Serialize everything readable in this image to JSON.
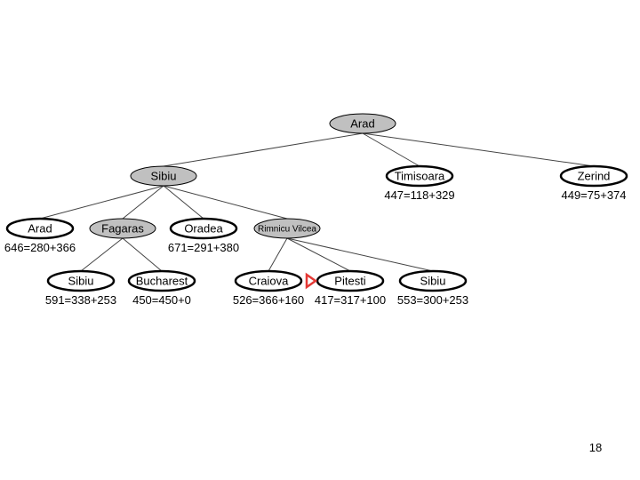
{
  "tree": {
    "nodes": [
      {
        "id": "arad_root",
        "label": "Arad",
        "style": "expanded"
      },
      {
        "id": "sibiu",
        "label": "Sibiu",
        "style": "expanded"
      },
      {
        "id": "timisoara",
        "label": "Timisoara",
        "f": "447=118+329",
        "style": "frontier"
      },
      {
        "id": "zerind",
        "label": "Zerind",
        "f": "449=75+374",
        "style": "frontier"
      },
      {
        "id": "arad2",
        "label": "Arad",
        "f": "646=280+366",
        "style": "frontier"
      },
      {
        "id": "fagaras",
        "label": "Fagaras",
        "style": "expanded"
      },
      {
        "id": "oradea",
        "label": "Oradea",
        "f": "671=291+380",
        "style": "frontier"
      },
      {
        "id": "rimnicu",
        "label": "Rimnicu Vilcea",
        "style": "expanded"
      },
      {
        "id": "sibiu2",
        "label": "Sibiu",
        "f": "591=338+253",
        "style": "frontier"
      },
      {
        "id": "bucharest",
        "label": "Bucharest",
        "f": "450=450+0",
        "style": "frontier"
      },
      {
        "id": "craiova",
        "label": "Craiova",
        "f": "526=366+160",
        "style": "frontier"
      },
      {
        "id": "pitesti",
        "label": "Pitesti",
        "f": "417=317+100",
        "style": "frontier"
      },
      {
        "id": "sibiu3",
        "label": "Sibiu",
        "f": "553=300+253",
        "style": "frontier"
      }
    ],
    "edges": [
      [
        "arad_root",
        "sibiu"
      ],
      [
        "arad_root",
        "timisoara"
      ],
      [
        "arad_root",
        "zerind"
      ],
      [
        "sibiu",
        "arad2"
      ],
      [
        "sibiu",
        "fagaras"
      ],
      [
        "sibiu",
        "oradea"
      ],
      [
        "sibiu",
        "rimnicu"
      ],
      [
        "fagaras",
        "sibiu2"
      ],
      [
        "fagaras",
        "bucharest"
      ],
      [
        "rimnicu",
        "craiova"
      ],
      [
        "rimnicu",
        "pitesti"
      ],
      [
        "rimnicu",
        "sibiu3"
      ]
    ],
    "marker": {
      "target": "pitesti",
      "color": "#e53935"
    }
  },
  "colors": {
    "expanded_fill": "#c0c0c0",
    "frontier_fill": "#ffffff",
    "edge": "#444444"
  },
  "page_number": "18"
}
